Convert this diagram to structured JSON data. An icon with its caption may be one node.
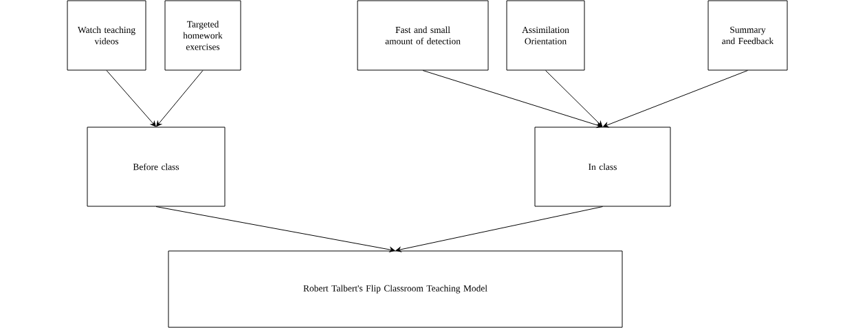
{
  "diagram": {
    "nodes": [
      {
        "text": [
          "Watch teaching videos"
        ]
      },
      {
        "text": [
          "Targeted homework exercises"
        ]
      },
      {
        "text": [
          "Fast and small amount of detection"
        ]
      },
      {
        "text": [
          "Assimilation Orientation"
        ]
      },
      {
        "text": [
          "Summary and Feedback"
        ]
      },
      {
        "text": [
          "Before class"
        ]
      },
      {
        "text": [
          "In class"
        ]
      },
      {
        "text": [
          "Robert Talbert's Flip Classroom Teaching Model"
        ]
      }
    ],
    "edges": [
      {
        "from": 0,
        "to": 5,
        "arrow": "to"
      },
      {
        "from": 1,
        "to": 5,
        "arrow": "to"
      },
      {
        "from": 2,
        "to": 6,
        "arrow": "to"
      },
      {
        "from": 3,
        "to": 6,
        "arrow": "to"
      },
      {
        "from": 4,
        "to": 6,
        "arrow": "to"
      },
      {
        "from": 5,
        "to": 7,
        "arrow": "to"
      },
      {
        "from": 6,
        "to": 7,
        "arrow": "to"
      }
    ]
  }
}
